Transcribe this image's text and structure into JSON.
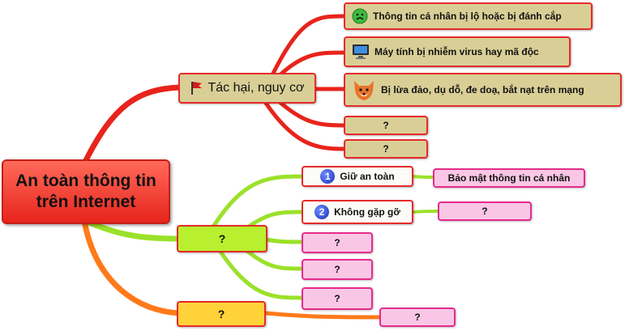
{
  "central": {
    "line1": "An toàn thông tin",
    "line2": "trên Internet"
  },
  "harms": {
    "title": "Tác hại, nguy cơ",
    "icon": "red-flag-icon",
    "items": [
      {
        "text": "Thông tin cá nhân bị lộ hoặc bị đánh cắp",
        "icon": "sad-face-icon"
      },
      {
        "text": "Máy tính bị nhiễm virus hay mã độc",
        "icon": "computer-monitor-icon"
      },
      {
        "text": "Bị lừa đảo, dụ dỗ, đe doạ, bắt nạt trên mạng",
        "icon": "fox-face-icon"
      },
      {
        "text": "?"
      },
      {
        "text": "?"
      }
    ]
  },
  "rules": {
    "title": "?",
    "items": [
      {
        "number": "1",
        "text": "Giữ an toàn",
        "detail": "Bảo mật thông tin cá nhân"
      },
      {
        "number": "2",
        "text": "Không gặp gỡ",
        "detail": "?"
      },
      {
        "text": "?"
      },
      {
        "text": "?"
      },
      {
        "text": "?"
      }
    ]
  },
  "third": {
    "title": "?",
    "items": [
      {
        "text": "?"
      }
    ]
  },
  "colors": {
    "red": "#e8241c",
    "green": "#9be12a",
    "orange": "#ff7a1a"
  }
}
